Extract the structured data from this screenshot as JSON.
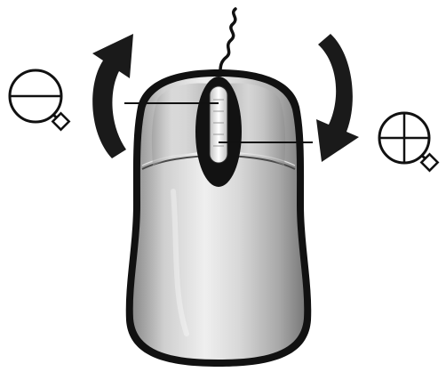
{
  "illustration": {
    "subject": "computer-mouse",
    "actions": [
      {
        "name": "scroll-up",
        "icon": "zoom-out-magnifier-icon"
      },
      {
        "name": "scroll-down",
        "icon": "zoom-in-magnifier-icon"
      }
    ]
  },
  "colors": {
    "outline": "#111111",
    "arrow": "#1a1a1a",
    "body_light": "#e6e6e6",
    "body_mid": "#b9b9b9",
    "body_dark": "#7c7c7c",
    "wheel_dark": "#121212",
    "wheel_light": "#f4f4f4",
    "background": "#ffffff"
  }
}
